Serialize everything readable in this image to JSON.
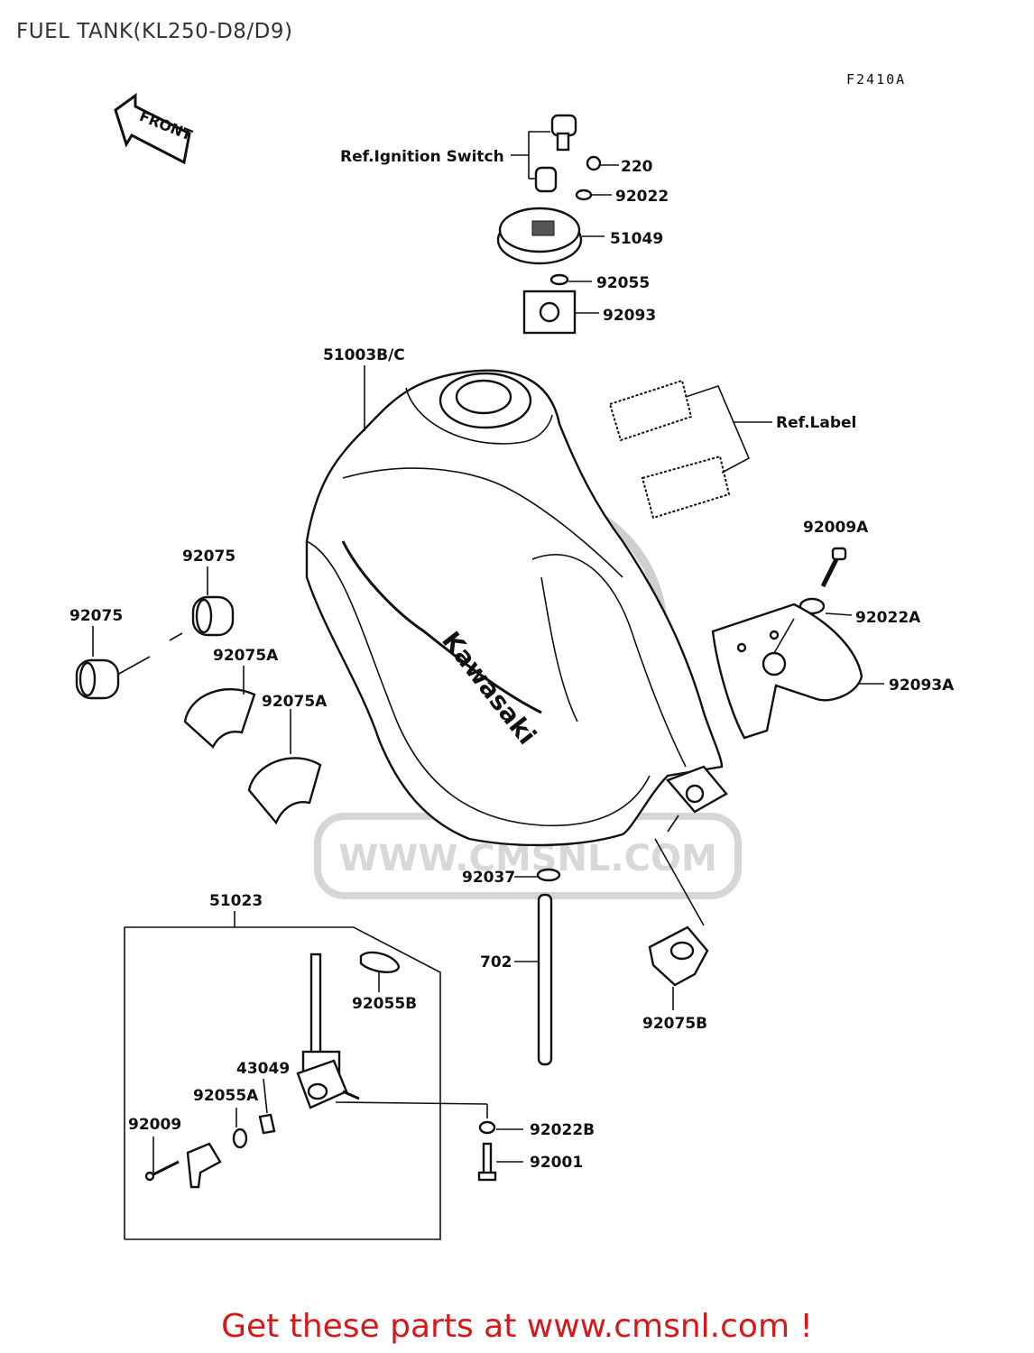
{
  "title": "FUEL TANK(KL250-D8/D9)",
  "figure_code": "F2410A",
  "front_arrow_label": "FRONT",
  "footer_text": "Get these parts at www.cmsnl.com !",
  "watermark_text": "WWW.CMSNL.COM",
  "tank_brand_text": "Kawasaki",
  "labels": {
    "ref_ignition_switch": "Ref.Ignition Switch",
    "p220": "220",
    "p92022": "92022",
    "p51049": "51049",
    "p92055": "92055",
    "p92093": "92093",
    "p51003bc": "51003B/C",
    "ref_label": "Ref.Label",
    "p92009a": "92009A",
    "p92022a": "92022A",
    "p92093a": "92093A",
    "p92075_top": "92075",
    "p92075_left": "92075",
    "p92075a_1": "92075A",
    "p92075a_2": "92075A",
    "p92037": "92037",
    "p51023": "51023",
    "p702": "702",
    "p92075b": "92075B",
    "p92055b": "92055B",
    "p43049": "43049",
    "p92055a": "92055A",
    "p92009": "92009",
    "p92022b": "92022B",
    "p92001": "92001"
  },
  "colors": {
    "footer": "#d81818",
    "title": "#333333",
    "line": "#111111",
    "watermark": "#cfcfcf"
  }
}
